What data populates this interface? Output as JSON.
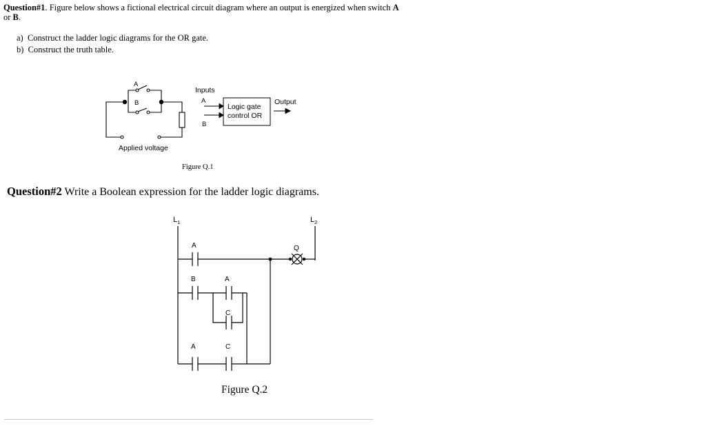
{
  "q1": {
    "label": "Question#1",
    "text1": ". Figure below shows a fictional electrical circuit diagram where an output is energized when switch ",
    "switchA": "A",
    "or": " or ",
    "switchB": "B",
    "end": ".",
    "items": [
      "a)  Construct the ladder logic diagrams for the OR gate.",
      "b)  Construct the truth table."
    ]
  },
  "fig1": {
    "label_a": "A",
    "label_b": "B",
    "applied_voltage": "Applied voltage",
    "inputs": "Inputs",
    "input_a": "A",
    "input_b": "B",
    "gate_line1": "Logic gate",
    "gate_line2": "control OR",
    "output": "Output",
    "caption": "Figure Q.1"
  },
  "q2": {
    "label": "Question#2",
    "text": " Write a Boolean expression for the ladder logic diagrams."
  },
  "fig2": {
    "rail_left": "L",
    "rail_left_sub": "1",
    "rail_right": "L",
    "rail_right_sub": "2",
    "c1": "A",
    "c2": "B",
    "c3": "A",
    "c4": "C",
    "c5": "A",
    "c6": "C",
    "output": "Q",
    "caption": "Figure Q.2"
  }
}
